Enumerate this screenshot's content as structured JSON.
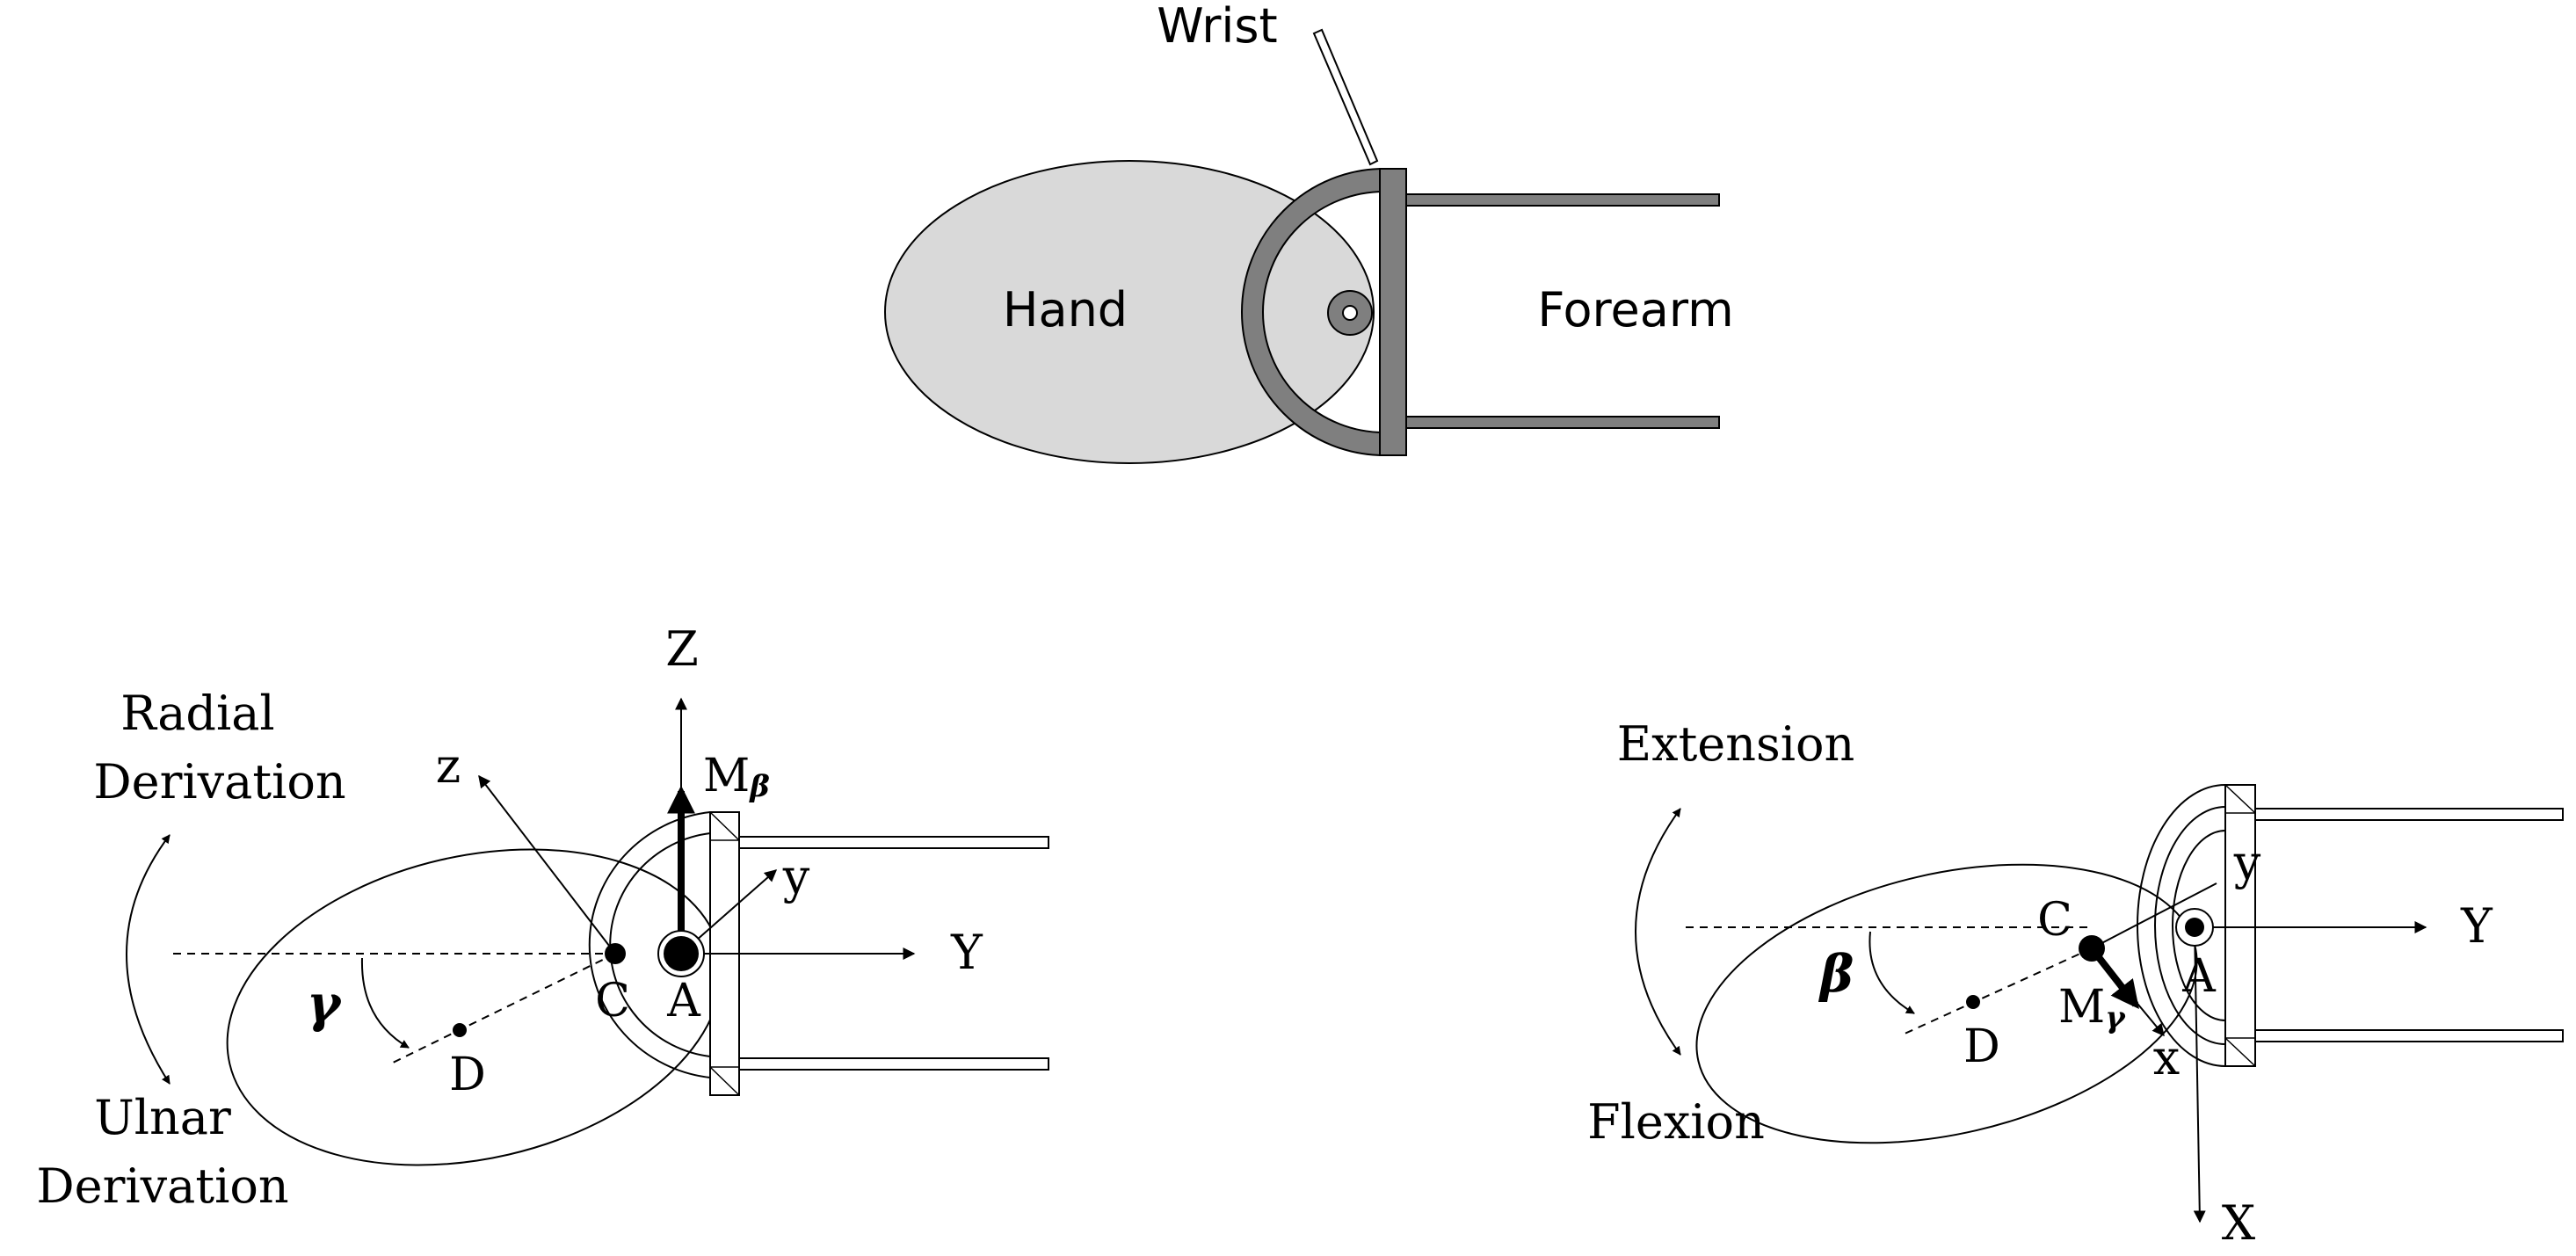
{
  "top_figure": {
    "wrist_label": "Wrist",
    "hand_label": "Hand",
    "forearm_label": "Forearm"
  },
  "left_figure": {
    "radial_line1": "Radial",
    "radial_line2": "Derivation",
    "ulnar_line1": "Ulnar",
    "ulnar_line2": "Derivation",
    "gamma_symbol": "γ",
    "label_D": "D",
    "label_C": "C",
    "label_A": "A",
    "axis_Z": "Z",
    "axis_z": "z",
    "axis_y": "y",
    "axis_Y": "Y",
    "moment_M": "M",
    "moment_sub": "β"
  },
  "right_figure": {
    "extension_label": "Extension",
    "flexion_label": "Flexion",
    "beta_symbol": "β",
    "label_D": "D",
    "label_C": "C",
    "label_A": "A",
    "axis_y": "y",
    "axis_Y": "Y",
    "axis_x": "x",
    "axis_X": "X",
    "moment_M": "M",
    "moment_sub": "γ"
  },
  "colors": {
    "hand_fill": "#d9d9d9",
    "brace_fill": "#7f7f7f",
    "stroke": "#000000"
  }
}
